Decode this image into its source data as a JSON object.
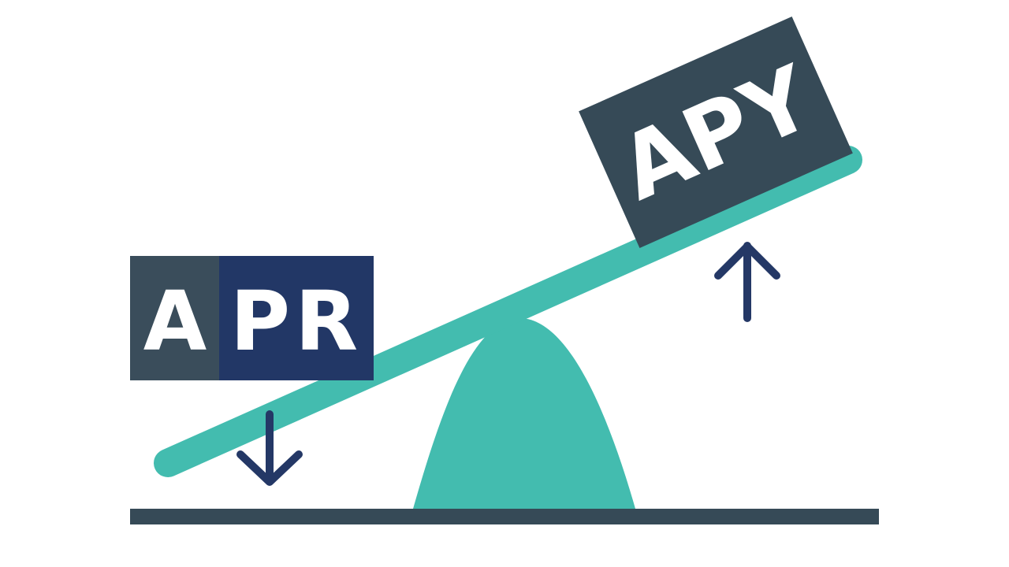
{
  "labels": {
    "apr": {
      "left": "A",
      "right": "PR",
      "full": "APR"
    },
    "apy": "APY"
  },
  "arrows": {
    "apr_direction": "down",
    "apy_direction": "up"
  },
  "colors": {
    "teal": "#43bcaf",
    "dark_slate": "#364a57",
    "apr_left": "#3a4d5b",
    "apr_right": "#223766",
    "arrow": "#243866",
    "text": "#ffffff",
    "background": "#ffffff"
  }
}
